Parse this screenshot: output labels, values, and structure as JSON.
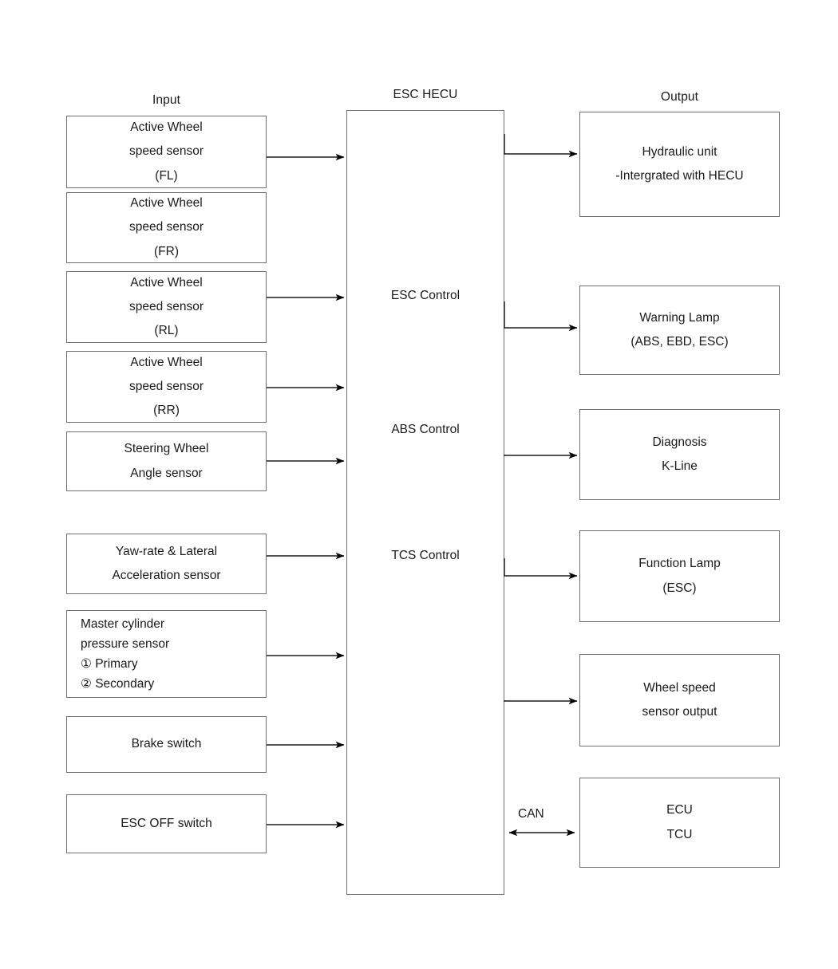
{
  "diagram": {
    "title_input": "Input",
    "title_center": "ESC HECU",
    "title_output": "Output",
    "line_color": "#6f7072",
    "arrow_color": "#000000",
    "text_color": "#1a1a1a",
    "background": "#ffffff"
  },
  "inputs": [
    {
      "id": "wheel-speed-fl",
      "lines": [
        "Active Wheel",
        "speed sensor",
        "(FL)"
      ],
      "align": "center"
    },
    {
      "id": "wheel-speed-fr",
      "lines": [
        "Active Wheel",
        "speed sensor",
        "(FR)"
      ],
      "align": "center"
    },
    {
      "id": "wheel-speed-rl",
      "lines": [
        "Active Wheel",
        "speed sensor",
        "(RL)"
      ],
      "align": "center"
    },
    {
      "id": "wheel-speed-rr",
      "lines": [
        "Active Wheel",
        "speed sensor",
        "(RR)"
      ],
      "align": "center"
    },
    {
      "id": "steering-angle",
      "lines": [
        "Steering Wheel",
        "Angle sensor"
      ],
      "align": "center"
    },
    {
      "id": "yaw-lateral",
      "lines": [
        "Yaw-rate & Lateral",
        "Acceleration sensor"
      ],
      "align": "center"
    },
    {
      "id": "master-cylinder",
      "lines": [
        "Master cylinder",
        "pressure sensor",
        "① Primary",
        "② Secondary"
      ],
      "align": "left"
    },
    {
      "id": "brake-switch",
      "lines": [
        "Brake switch"
      ],
      "align": "center"
    },
    {
      "id": "esc-off-switch",
      "lines": [
        "ESC OFF switch"
      ],
      "align": "center"
    }
  ],
  "center": {
    "functions": [
      "ESC Control",
      "ABS Control",
      "TCS Control"
    ]
  },
  "outputs": [
    {
      "id": "hydraulic-unit",
      "lines": [
        "Hydraulic unit",
        "-Intergrated with HECU"
      ]
    },
    {
      "id": "warning-lamp",
      "lines": [
        "Warning Lamp",
        "(ABS, EBD, ESC)"
      ]
    },
    {
      "id": "diagnosis",
      "lines": [
        "Diagnosis",
        "K-Line"
      ]
    },
    {
      "id": "function-lamp",
      "lines": [
        "Function Lamp",
        "(ESC)"
      ]
    },
    {
      "id": "wheel-speed-output",
      "lines": [
        "Wheel speed",
        "sensor output"
      ]
    },
    {
      "id": "ecu-tcu",
      "lines": [
        "ECU",
        "TCU"
      ]
    }
  ],
  "connections": {
    "can_label": "CAN"
  }
}
